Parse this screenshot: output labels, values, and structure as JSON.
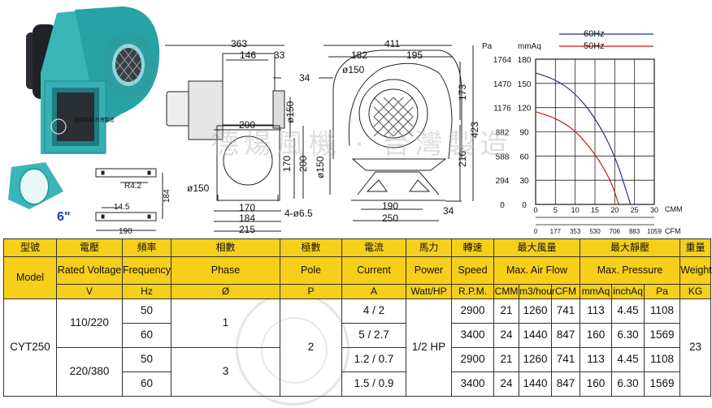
{
  "legend": {
    "hz60": "60Hz",
    "hz50": "50Hz",
    "color60": "#2a2f8f",
    "color50": "#d01818"
  },
  "size_label": "6\"",
  "watermark": "德煬風機 · 台灣製造",
  "product_badge": "德煬風機 台灣製造",
  "dims": {
    "side": [
      "363",
      "146",
      "33",
      "34",
      "200",
      "ø150",
      "170",
      "200",
      "ø150",
      "170",
      "184",
      "215",
      "4-ø6.5"
    ],
    "front": [
      "411",
      "182",
      "195",
      "ø150",
      "173",
      "423",
      "216",
      "ø150",
      "190",
      "250",
      "34"
    ],
    "flange": [
      "R4.2",
      "184",
      "14.5",
      "190"
    ]
  },
  "chart_data": {
    "type": "line",
    "x_unit_top": "CMM",
    "x_unit_bottom": "CFM",
    "x_ticks_cmm": [
      "0",
      "5",
      "10",
      "15",
      "20",
      "25",
      "30"
    ],
    "x_ticks_cfm": [
      "0",
      "177",
      "353",
      "530",
      "706",
      "883",
      "1059"
    ],
    "y_unit_left": "Pa",
    "y_unit_right": "mmAq",
    "y_ticks_pa": [
      "1764",
      "1470",
      "1176",
      "882",
      "588",
      "294",
      "0"
    ],
    "y_ticks_mmaq": [
      "180",
      "150",
      "120",
      "90",
      "60",
      "30",
      "0"
    ],
    "xlim": [
      0,
      30
    ],
    "ylim": [
      0,
      180
    ],
    "series": [
      {
        "name": "60Hz",
        "color": "#2a2f8f",
        "x": [
          0,
          5,
          10,
          15,
          20,
          24
        ],
        "y": [
          163,
          155,
          138,
          108,
          62,
          0
        ]
      },
      {
        "name": "50Hz",
        "color": "#d01818",
        "x": [
          0,
          5,
          10,
          15,
          19,
          21
        ],
        "y": [
          115,
          107,
          92,
          63,
          30,
          0
        ]
      }
    ]
  },
  "table": {
    "head_zh": [
      "型號",
      "電壓",
      "頻率",
      "相數",
      "極數",
      "電流",
      "馬力",
      "轉速",
      "最大風量",
      "最大靜壓",
      "重量"
    ],
    "head_en": [
      "Model",
      "Rated Voltage",
      "Frequency",
      "Phase",
      "Pole",
      "Current",
      "Power",
      "Speed",
      "Max. Air Flow",
      "Max. Pressure",
      "Weight"
    ],
    "units": [
      "V",
      "Hz",
      "Ø",
      "P",
      "A",
      "Watt/HP",
      "R.P.M.",
      "CMM",
      "m3/hour",
      "CFM",
      "mmAq",
      "inchAq",
      "Pa",
      "KG"
    ],
    "model": "CYT250",
    "voltages": [
      "110/220",
      "220/380"
    ],
    "phases": [
      "1",
      "3"
    ],
    "pole": "2",
    "power": "1/2 HP",
    "weight": "23",
    "rows": [
      {
        "hz": "50",
        "current": "4 / 2",
        "rpm": "2900",
        "cmm": "21",
        "m3h": "1260",
        "cfm": "741",
        "mmaq": "113",
        "inchaq": "4.45",
        "pa": "1108"
      },
      {
        "hz": "60",
        "current": "5 / 2.7",
        "rpm": "3400",
        "cmm": "24",
        "m3h": "1440",
        "cfm": "847",
        "mmaq": "160",
        "inchaq": "6.30",
        "pa": "1569"
      },
      {
        "hz": "50",
        "current": "1.2 / 0.7",
        "rpm": "2900",
        "cmm": "21",
        "m3h": "1260",
        "cfm": "741",
        "mmaq": "113",
        "inchaq": "4.45",
        "pa": "1108"
      },
      {
        "hz": "60",
        "current": "1.5 / 0.9",
        "rpm": "3400",
        "cmm": "24",
        "m3h": "1440",
        "cfm": "847",
        "mmaq": "160",
        "inchaq": "6.30",
        "pa": "1569"
      }
    ]
  }
}
